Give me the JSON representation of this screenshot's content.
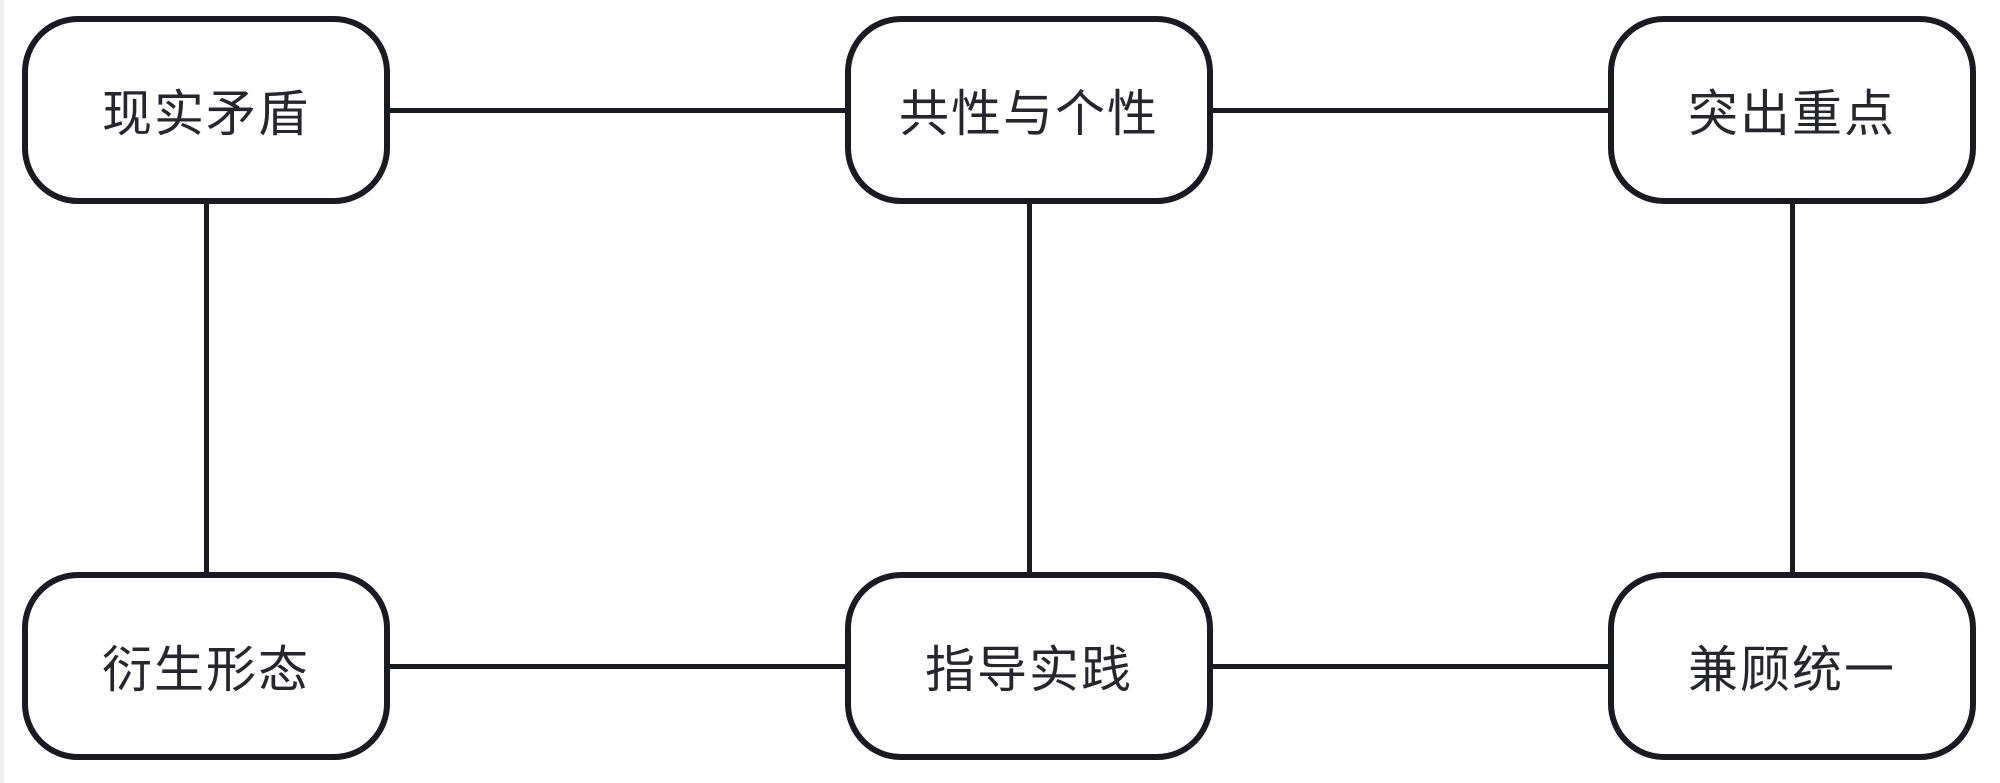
{
  "diagram": {
    "type": "concept-relationship-diagram",
    "background_color": "#ffffff",
    "stroke_color": "#1a1a23",
    "text_color": "#26262e",
    "node_shape": "rounded-rectangle",
    "nodes": [
      {
        "id": "top-left",
        "label": "现实矛盾"
      },
      {
        "id": "top-center",
        "label": "共性与个性"
      },
      {
        "id": "top-right",
        "label": "突出重点"
      },
      {
        "id": "bottom-left",
        "label": "衍生形态"
      },
      {
        "id": "bottom-center",
        "label": "指导实践"
      },
      {
        "id": "bottom-right",
        "label": "兼顾统一"
      }
    ],
    "edges": [
      {
        "from": "现实矛盾",
        "to": "共性与个性",
        "orientation": "horizontal"
      },
      {
        "from": "共性与个性",
        "to": "突出重点",
        "orientation": "horizontal"
      },
      {
        "from": "衍生形态",
        "to": "指导实践",
        "orientation": "horizontal"
      },
      {
        "from": "指导实践",
        "to": "兼顾统一",
        "orientation": "horizontal"
      },
      {
        "from": "现实矛盾",
        "to": "衍生形态",
        "orientation": "vertical"
      },
      {
        "from": "共性与个性",
        "to": "指导实践",
        "orientation": "vertical"
      },
      {
        "from": "突出重点",
        "to": "兼顾统一",
        "orientation": "vertical"
      }
    ]
  }
}
